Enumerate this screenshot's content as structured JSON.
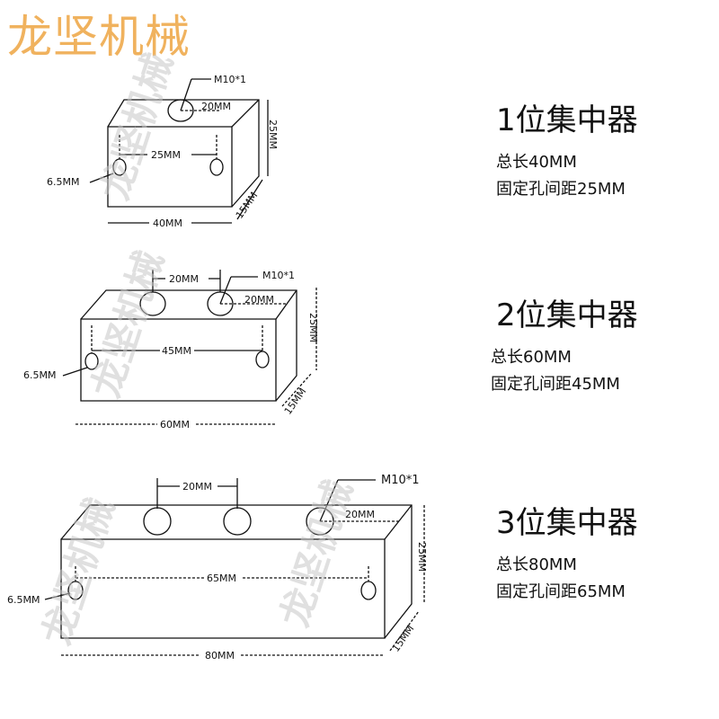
{
  "brand": "龙坚机械",
  "watermark": "龙坚机械",
  "colors": {
    "brand": "#f0b25e",
    "line": "#111111",
    "watermark": "#c8c8c8"
  },
  "products": [
    {
      "title": "1位集中器",
      "total_length": "总长40MM",
      "hole_spacing": "固定孔间距25MM",
      "dims": {
        "thread": "M10*1",
        "pitch": "20MM",
        "height": "25MM",
        "depth": "15MM",
        "spacing": "25MM",
        "mount_hole": "6.5MM",
        "length": "40MM"
      }
    },
    {
      "title": "2位集中器",
      "total_length": "总长60MM",
      "hole_spacing": "固定孔间距45MM",
      "dims": {
        "thread": "M10*1",
        "pitch": "20MM",
        "pitch_2": "20MM",
        "height": "25MM",
        "depth": "15MM",
        "spacing": "45MM",
        "mount_hole": "6.5MM",
        "length": "60MM"
      }
    },
    {
      "title": "3位集中器",
      "total_length": "总长80MM",
      "hole_spacing": "固定孔间距65MM",
      "dims": {
        "thread": "M10*1",
        "pitch": "20MM",
        "pitch_2": "20MM",
        "height": "25MM",
        "depth": "15MM",
        "spacing": "65MM",
        "mount_hole": "6.5MM",
        "length": "80MM"
      }
    }
  ]
}
